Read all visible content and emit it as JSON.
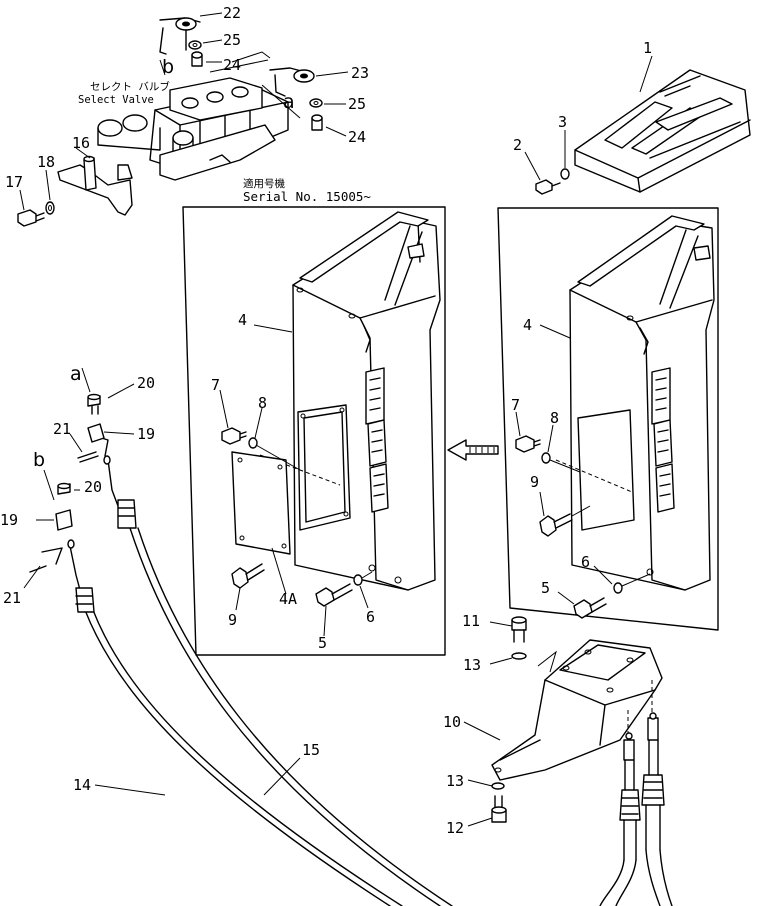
{
  "diagram": {
    "select_valve_label_jp": "セレクト バルブ",
    "select_valve_label_en": "Select Valve",
    "serial_label_jp": "適用号機",
    "serial_label_en": "Serial No. 15005~",
    "callouts": {
      "c1": "1",
      "c2": "2",
      "c3": "3",
      "c4_left": "4",
      "c4_right": "4",
      "c4A": "4A",
      "c5_left": "5",
      "c5_right": "5",
      "c6_left": "6",
      "c6_right": "6",
      "c7_left": "7",
      "c7_right": "7",
      "c8_left": "8",
      "c8_right": "8",
      "c9_left": "9",
      "c9_right": "9",
      "c10": "10",
      "c11": "11",
      "c12": "12",
      "c13_top": "13",
      "c13_bottom": "13",
      "c14": "14",
      "c15": "15",
      "c16": "16",
      "c17": "17",
      "c18": "18",
      "c19_top": "19",
      "c19_bottom": "19",
      "c20_top": "20",
      "c20_bottom": "20",
      "c21_top": "21",
      "c21_bottom": "21",
      "c22": "22",
      "c23": "23",
      "c24_top": "24",
      "c24_bottom": "24",
      "c25_top": "25",
      "c25_bottom": "25"
    },
    "letters": {
      "a_valve": "a",
      "b_valve": "b",
      "a_cable": "a",
      "b_cable": "b"
    }
  }
}
